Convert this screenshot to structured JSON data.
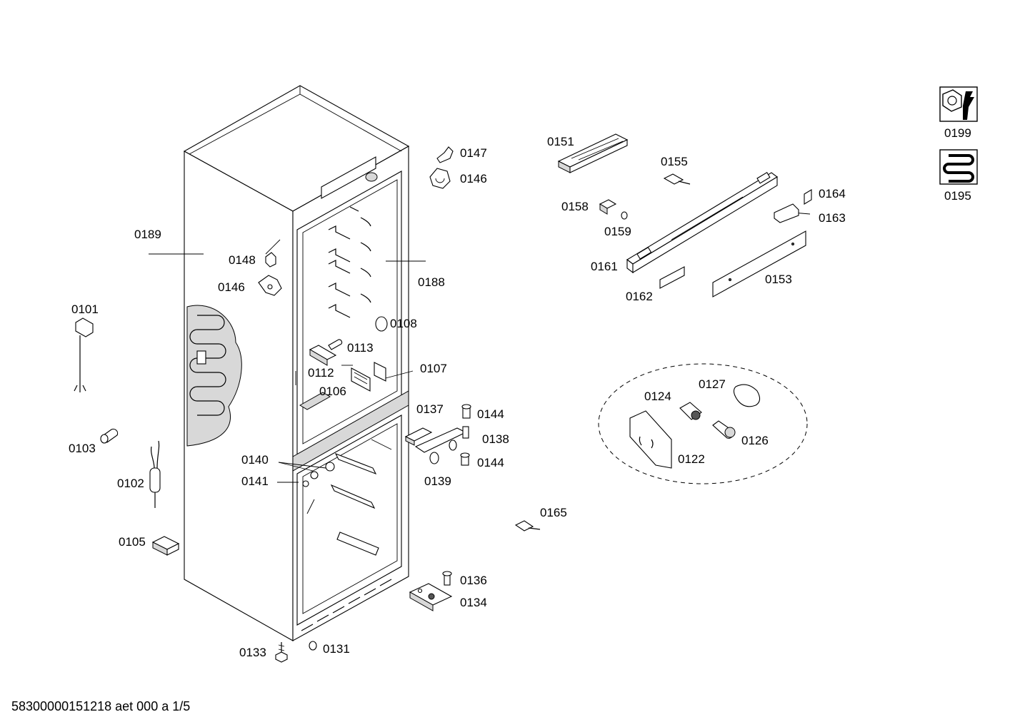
{
  "footer_text": "58300000151218 aet 000 a 1/5",
  "labels": {
    "p0101": "0101",
    "p0102": "0102",
    "p0103": "0103",
    "p0105": "0105",
    "p0106": "0106",
    "p0107": "0107",
    "p0108": "0108",
    "p0112": "0112",
    "p0113": "0113",
    "p0122": "0122",
    "p0124": "0124",
    "p0126": "0126",
    "p0127": "0127",
    "p0131": "0131",
    "p0133": "0133",
    "p0134": "0134",
    "p0136": "0136",
    "p0137": "0137",
    "p0138": "0138",
    "p0139": "0139",
    "p0140": "0140",
    "p0141": "0141",
    "p0144a": "0144",
    "p0144b": "0144",
    "p0146a": "0146",
    "p0146b": "0146",
    "p0147": "0147",
    "p0148": "0148",
    "p0151": "0151",
    "p0153": "0153",
    "p0155": "0155",
    "p0158": "0158",
    "p0159": "0159",
    "p0161": "0161",
    "p0162": "0162",
    "p0163": "0163",
    "p0164": "0164",
    "p0165": "0165",
    "p0188": "0188",
    "p0189": "0189",
    "p0195": "0195",
    "p0199": "0199"
  },
  "icons": {
    "service_tool": "wrench-nut-icon",
    "heater": "heating-coil-icon"
  }
}
